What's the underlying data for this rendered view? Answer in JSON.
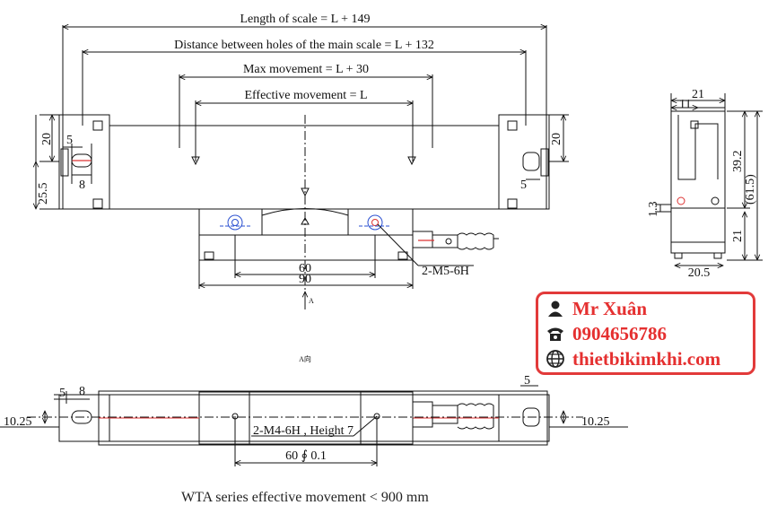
{
  "top_view": {
    "length_of_scale": "Length of scale = L + 149",
    "hole_distance": "Distance between holes of the main scale = L + 132",
    "max_movement": "Max movement = L +  30",
    "effective_movement": "Effective movement = L",
    "dim_20_left": "20",
    "dim_5_left": "5",
    "dim_8_left": "8",
    "dim_25_5": "25.5",
    "dim_20_right": "20",
    "dim_5_right": "5",
    "dim_60": "60",
    "dim_90": "90",
    "thread_note": "2-M5-6H",
    "view_marker": "A"
  },
  "side_view": {
    "dim_21_top": "21",
    "dim_11": "11",
    "dim_39_2": "39.2",
    "dim_61_5": "(61.5)",
    "dim_1_3": "1.3",
    "dim_21_right": "21",
    "dim_20_5": "20.5"
  },
  "bottom_view": {
    "view_title": "A向",
    "dim_5_left": "5",
    "dim_8_left": "8",
    "dim_10_25_left": "10.25",
    "dim_5_right": "5",
    "dim_10_25_right": "10.25",
    "thread_note": "2-M4-6H , Height 7",
    "dim_60_tol": "60 ∮ 0.1"
  },
  "contact": {
    "name": "Mr Xuân",
    "phone": "0904656786",
    "website": "thietbikimkhi.com",
    "accent": "#e53030"
  },
  "caption": "WTA  series  effective movement < 900 mm"
}
